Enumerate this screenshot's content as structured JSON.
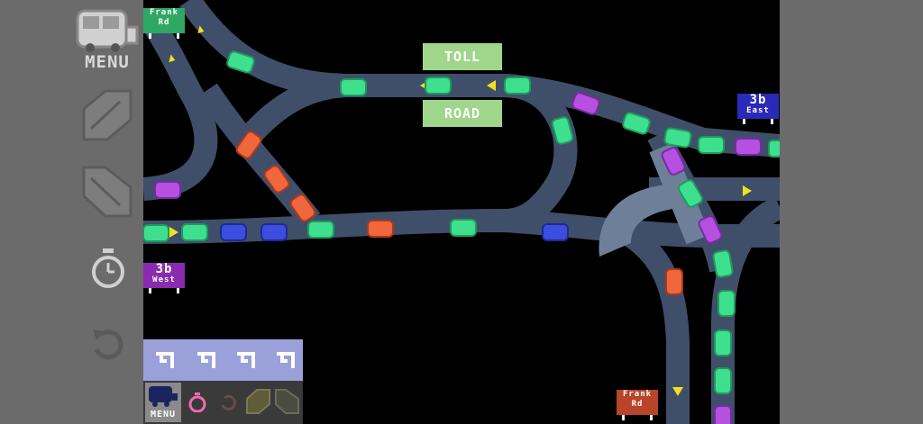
{
  "menu": {
    "label": "MENU"
  },
  "mini_menu": {
    "label": "MENU"
  },
  "signs": {
    "frank_top": {
      "line1": "Frank",
      "line2": "Rd"
    },
    "b3_east": {
      "line1": "3b",
      "line2": "East"
    },
    "b3_west": {
      "line1": "3b",
      "line2": "West"
    },
    "frank_bottom": {
      "line1": "Frank",
      "line2": "Rd"
    }
  },
  "toll": {
    "top": "TOLL",
    "bottom": "ROAD"
  },
  "colors": {
    "road": "#3f4f6a",
    "bridge": "#6e7f9a",
    "green_car": "#3ee08f",
    "purple_car": "#b550e0",
    "orange_car": "#f0663d",
    "blue_car": "#3b4ee0",
    "arrow": "#f0e020",
    "tray": "#9aa0d9"
  },
  "icons": [
    "bus-icon",
    "straighten-road-icon",
    "curve-road-icon",
    "timer-icon",
    "undo-icon",
    "road-piece-icon"
  ]
}
